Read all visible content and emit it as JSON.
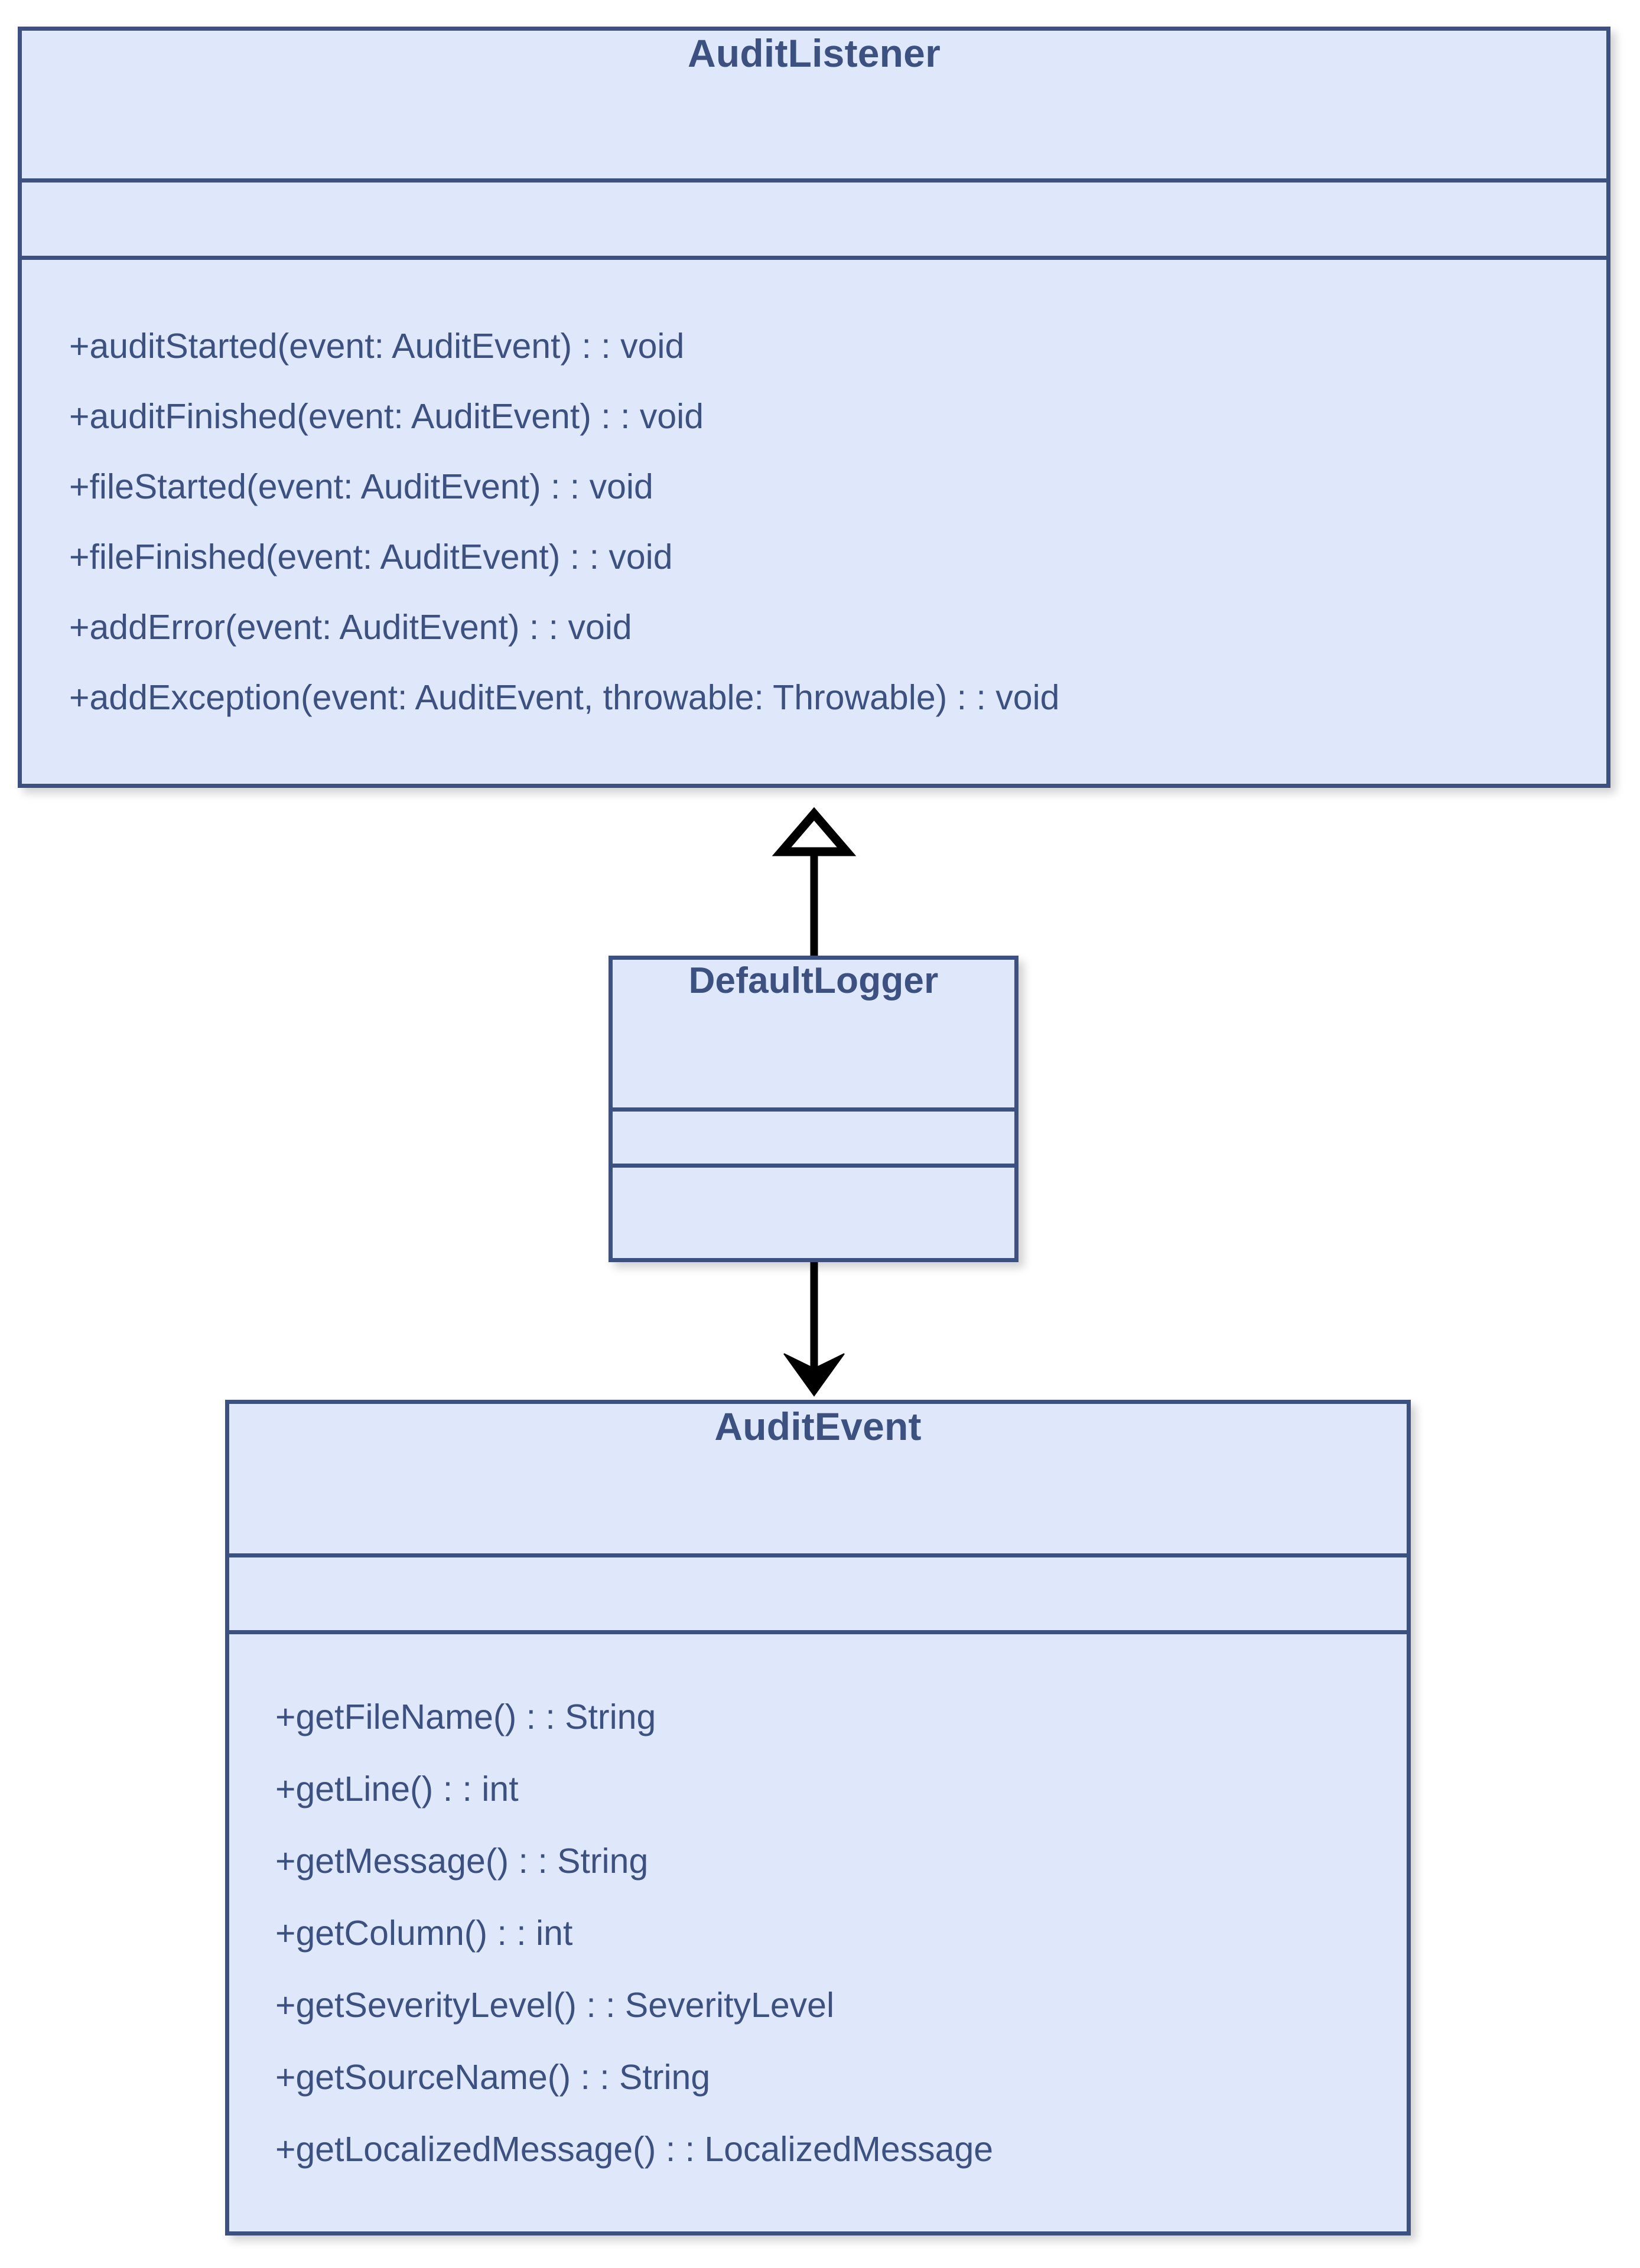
{
  "diagram": {
    "type": "uml-class-diagram",
    "colors": {
      "class_fill": "#dfe7fa",
      "class_border": "#3d5180",
      "text": "#3d5180",
      "edge": "#000000",
      "background": "#ffffff"
    },
    "classes": [
      {
        "id": "audit-listener",
        "name": "AuditListener",
        "attributes": [],
        "methods": [
          "+auditStarted(event: AuditEvent) : : void",
          "+auditFinished(event: AuditEvent) : : void",
          "+fileStarted(event: AuditEvent) : : void",
          "+fileFinished(event: AuditEvent) : : void",
          "+addError(event: AuditEvent) : : void",
          "+addException(event: AuditEvent, throwable: Throwable) : : void"
        ]
      },
      {
        "id": "default-logger",
        "name": "DefaultLogger",
        "attributes": [],
        "methods": []
      },
      {
        "id": "audit-event",
        "name": "AuditEvent",
        "attributes": [],
        "methods": [
          "+getFileName() : : String",
          "+getLine() : : int",
          "+getMessage() : : String",
          "+getColumn() : : int",
          "+getSeverityLevel() : : SeverityLevel",
          "+getSourceName() : : String",
          "+getLocalizedMessage() : : LocalizedMessage"
        ]
      }
    ],
    "relationships": [
      {
        "id": "generalization-defaultlogger-auditlistener",
        "kind": "generalization",
        "arrowhead": "hollow-triangle",
        "from": "DefaultLogger",
        "to": "AuditListener",
        "label": ""
      },
      {
        "id": "dependency-defaultlogger-auditevent",
        "kind": "dependency",
        "arrowhead": "solid-arrow",
        "from": "DefaultLogger",
        "to": "AuditEvent",
        "label": ""
      }
    ]
  }
}
